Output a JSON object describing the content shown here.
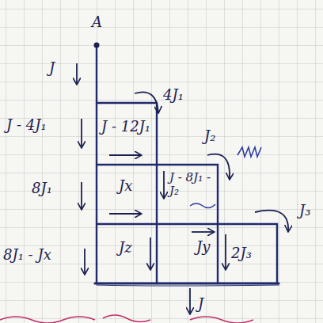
{
  "diagram": {
    "labels": [
      "A",
      "J",
      "4J₁",
      "J - 4J₁",
      "J - 12J₁",
      "J₂",
      "8J₁",
      "Jx",
      "J - 8J₁ - J₂",
      "J₃",
      "8J₁ - Jx",
      "Jz",
      "Jy",
      "2J₃",
      "J"
    ]
  }
}
